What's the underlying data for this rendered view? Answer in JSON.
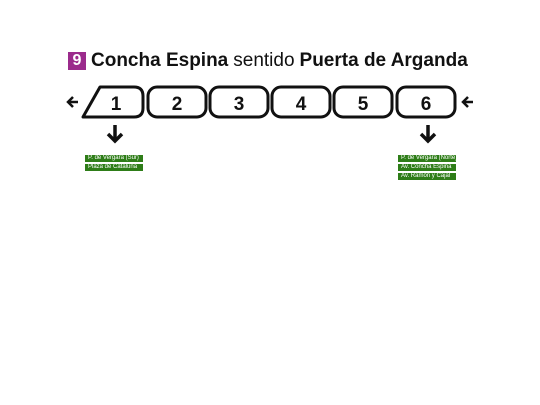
{
  "header": {
    "line_number": "9",
    "origin": "Concha Espina",
    "direction_word": "sentido",
    "destination": "Puerta de Arganda"
  },
  "cars": [
    "1",
    "2",
    "3",
    "4",
    "5",
    "6"
  ],
  "icons": {
    "direction": "arrow-left-icon",
    "exit": "arrow-down-icon"
  },
  "colors": {
    "line_badge": "#9b2b8c",
    "exit_label": "#2e7d18"
  },
  "exits_car1": [
    "P. de Vergara (Sur)",
    "Plaza de Cataluña"
  ],
  "exits_car6": [
    "P. de Vergara (Norte)",
    "Av. Concha Espina",
    "Av. Ramón y Cajal"
  ]
}
